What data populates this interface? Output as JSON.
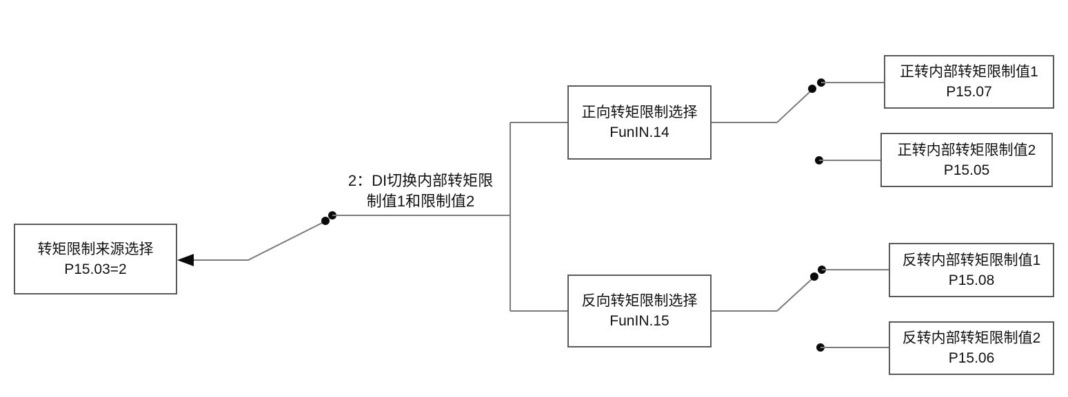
{
  "diagram": {
    "title": "torque-limit-source-selection",
    "colors": {
      "background": "#ffffff",
      "wire": "#7a7a7a",
      "box_border": "#595959",
      "text": "#111111",
      "dot": "#0a0a0a"
    },
    "nodes": {
      "source": {
        "line1": "转矩限制来源选择",
        "line2": "P15.03=2"
      },
      "mode_label": {
        "line1": "2：DI切换内部转矩限",
        "line2": "制值1和限制值2"
      },
      "fwd_select": {
        "line1": "正向转矩限制选择",
        "line2": "FunIN.14"
      },
      "rev_select": {
        "line1": "反向转矩限制选择",
        "line2": "FunIN.15"
      },
      "fwd_limit1": {
        "line1": "正转内部转矩限制值1",
        "line2": "P15.07"
      },
      "fwd_limit2": {
        "line1": "正转内部转矩限制值2",
        "line2": "P15.05"
      },
      "rev_limit1": {
        "line1": "反转内部转矩限制值1",
        "line2": "P15.08"
      },
      "rev_limit2": {
        "line1": "反转内部转矩限制值2",
        "line2": "P15.06"
      }
    }
  }
}
